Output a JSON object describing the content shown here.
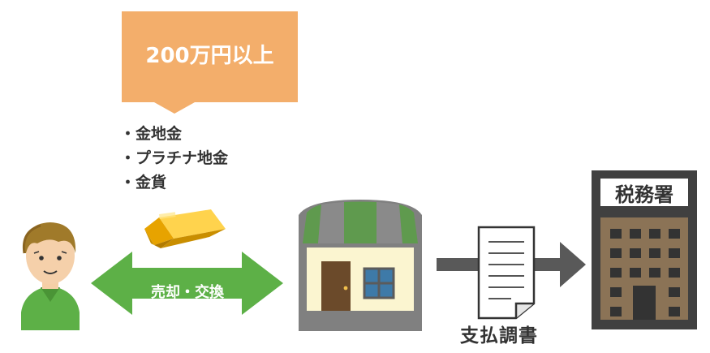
{
  "callout": {
    "text": "200万円以上"
  },
  "items": [
    "・金地金",
    "・プラチナ地金",
    "・金貨"
  ],
  "exchange_arrow": {
    "label": "売却・交換"
  },
  "document": {
    "label": "支払調書"
  },
  "tax_office": {
    "label": "税務署"
  },
  "colors": {
    "callout": "#F3AE6B",
    "green_arrow": "#5DB047",
    "gray_arrow": "#595959",
    "gold": "#F2B400",
    "building": "#8B7356",
    "shop_awning_green": "#5F9A4E"
  },
  "icons": {
    "person": "person-icon",
    "gold_bar": "gold-bar-icon",
    "shop": "shop-icon",
    "document": "document-icon",
    "tax_office": "tax-office-building-icon"
  }
}
